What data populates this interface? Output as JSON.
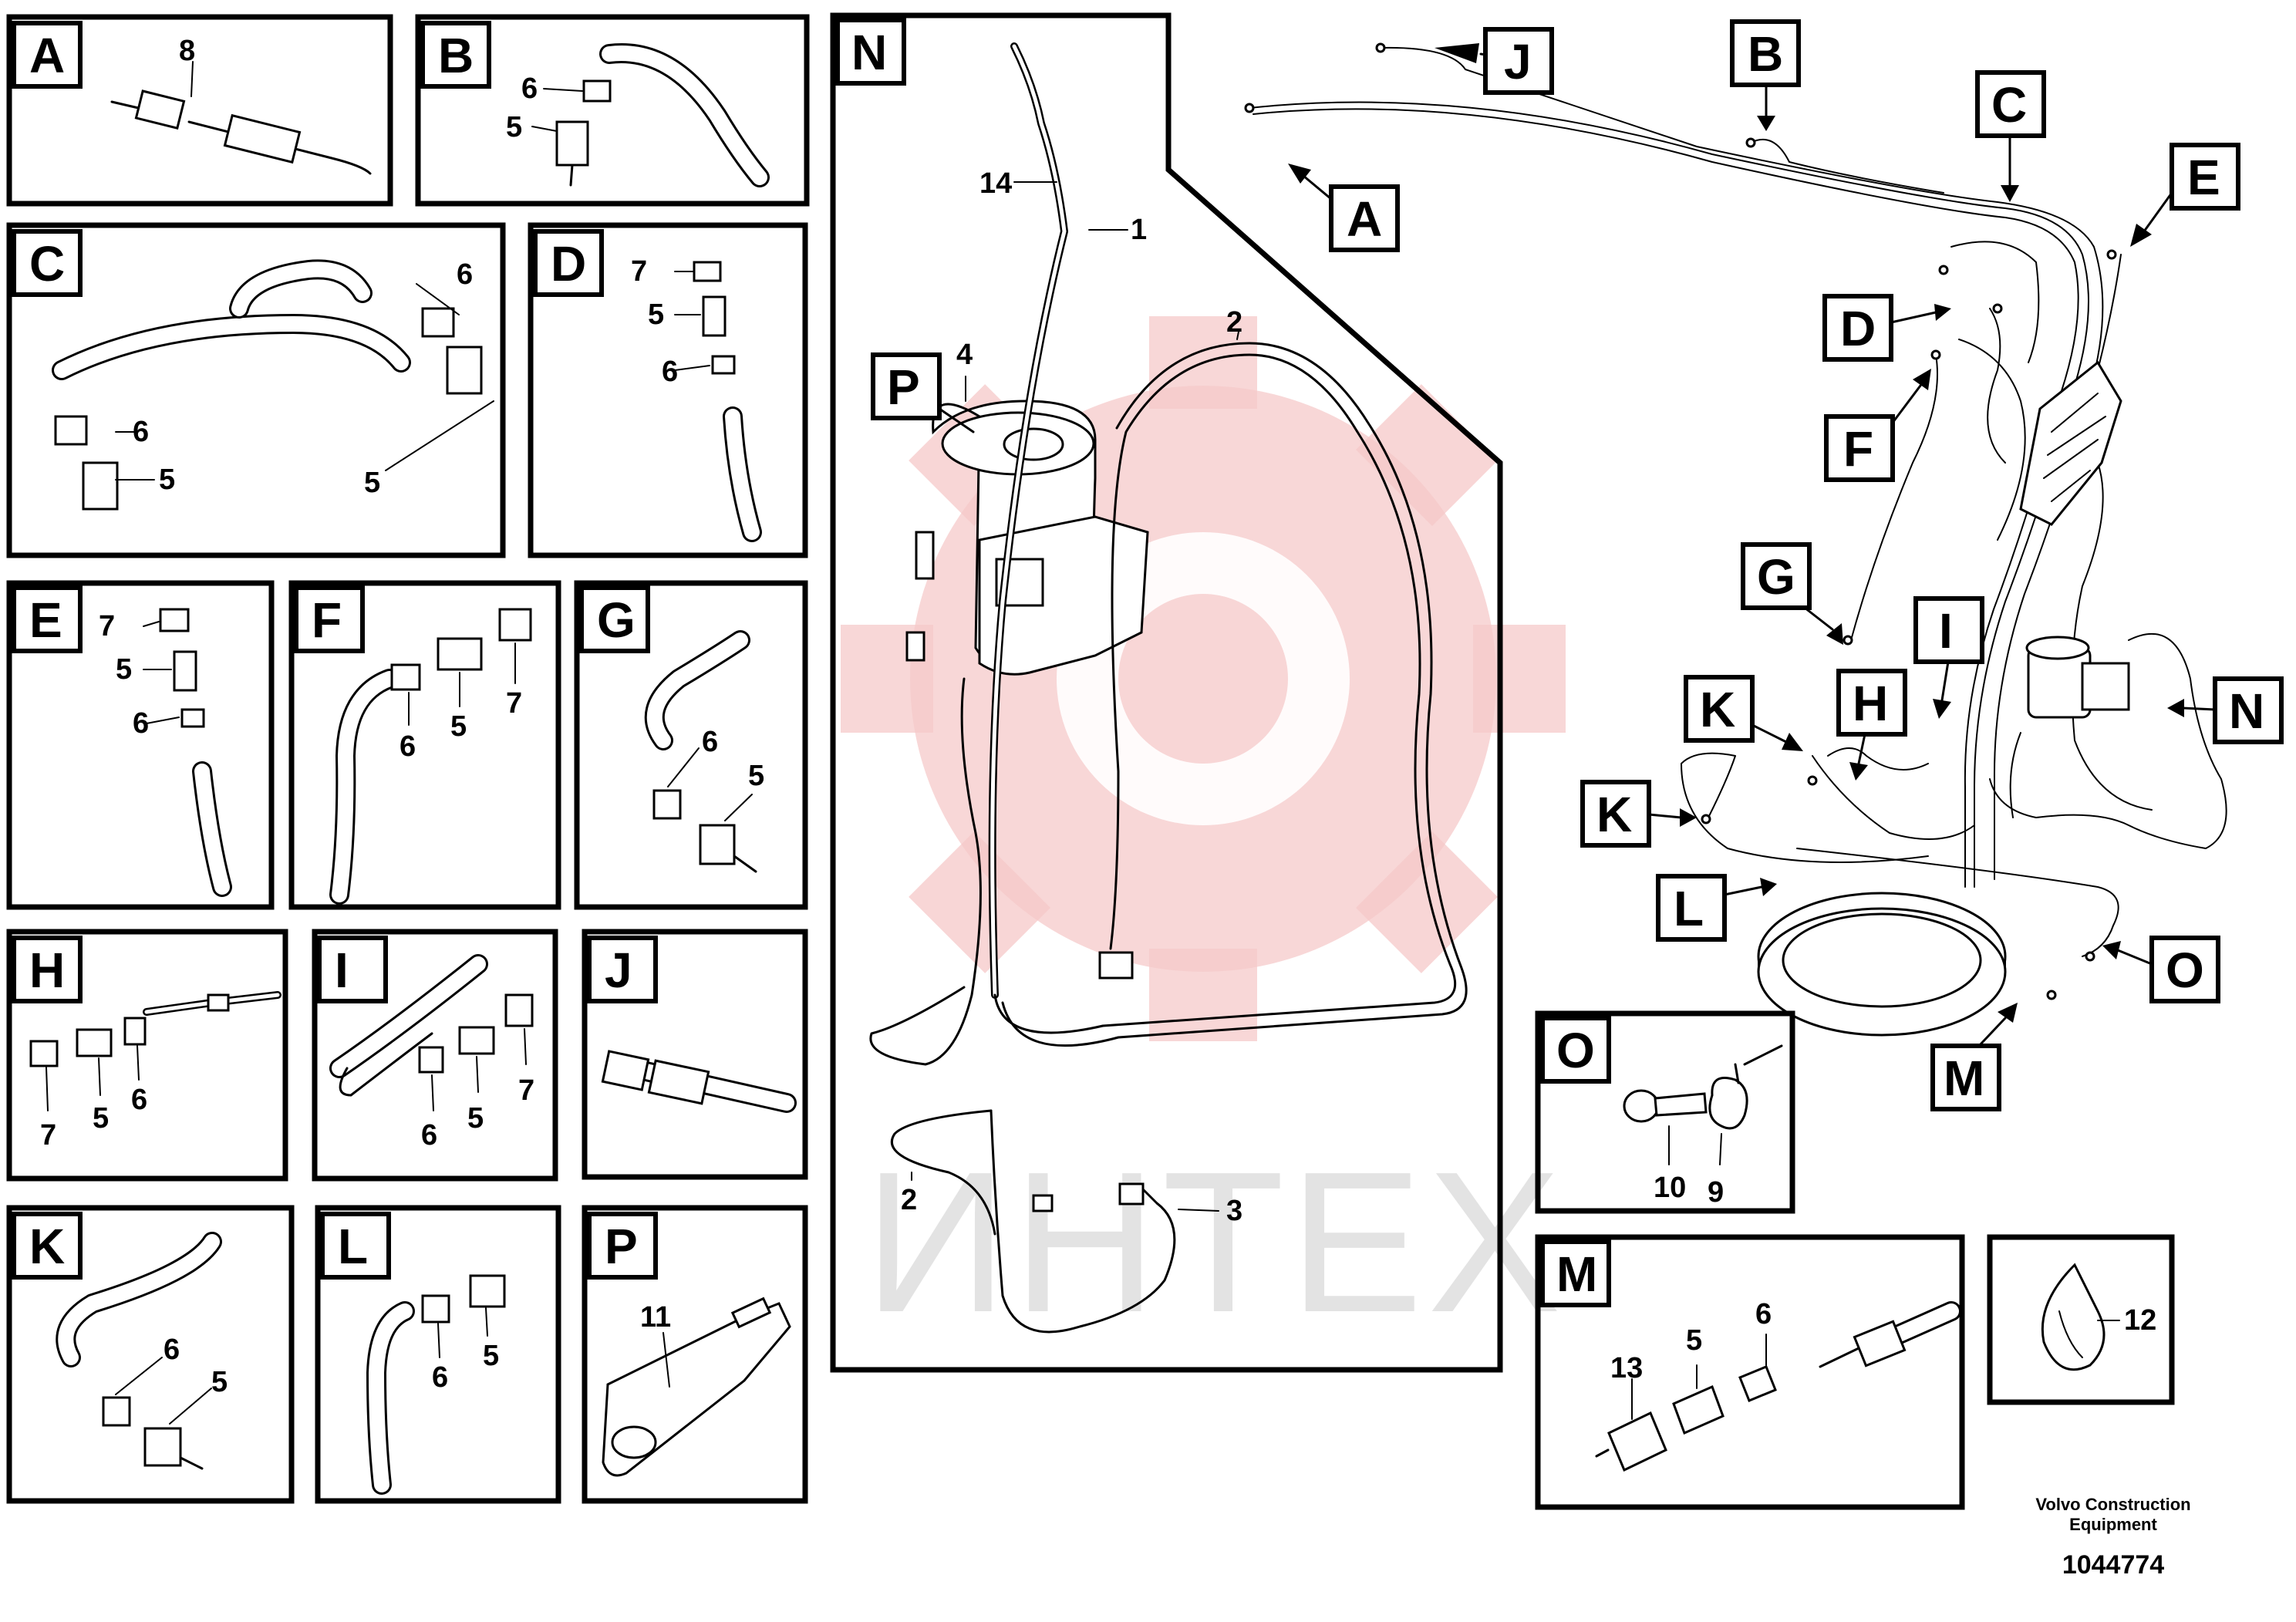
{
  "panels": {
    "A": {
      "letter": "A",
      "parts": [
        "8"
      ]
    },
    "B": {
      "letter": "B",
      "parts": [
        "6",
        "5"
      ]
    },
    "C": {
      "letter": "C",
      "parts": [
        "6",
        "6",
        "5",
        "5"
      ]
    },
    "D": {
      "letter": "D",
      "parts": [
        "7",
        "5",
        "6"
      ]
    },
    "E": {
      "letter": "E",
      "parts": [
        "7",
        "5",
        "6"
      ]
    },
    "F": {
      "letter": "F",
      "parts": [
        "7",
        "6",
        "5"
      ]
    },
    "G": {
      "letter": "G",
      "parts": [
        "6",
        "5"
      ]
    },
    "H": {
      "letter": "H",
      "parts": [
        "7",
        "5",
        "6"
      ]
    },
    "I": {
      "letter": "I",
      "parts": [
        "7",
        "6",
        "5"
      ]
    },
    "J": {
      "letter": "J",
      "parts": []
    },
    "K": {
      "letter": "K",
      "parts": [
        "6",
        "5"
      ]
    },
    "L": {
      "letter": "L",
      "parts": [
        "6",
        "5"
      ]
    },
    "P": {
      "letter": "P",
      "parts": [
        "11"
      ]
    },
    "N": {
      "letter": "N",
      "parts": [
        "P",
        "4",
        "14",
        "1",
        "2",
        "2",
        "3"
      ]
    },
    "O": {
      "letter": "O",
      "parts": [
        "10",
        "9"
      ]
    },
    "M": {
      "letter": "M",
      "parts": [
        "13",
        "5",
        "6"
      ]
    },
    "tie": {
      "parts": [
        "12"
      ]
    }
  },
  "overview": {
    "callouts": [
      "J",
      "B",
      "C",
      "E",
      "A",
      "D",
      "F",
      "G",
      "I",
      "H",
      "K",
      "K",
      "N",
      "L",
      "O",
      "M"
    ]
  },
  "watermark": {
    "text": "ИНТЕХ",
    "color": "#f6c9c9"
  },
  "footer": {
    "brand_line1": "Volvo Construction",
    "brand_line2": "Equipment",
    "doc_number": "1044774"
  }
}
